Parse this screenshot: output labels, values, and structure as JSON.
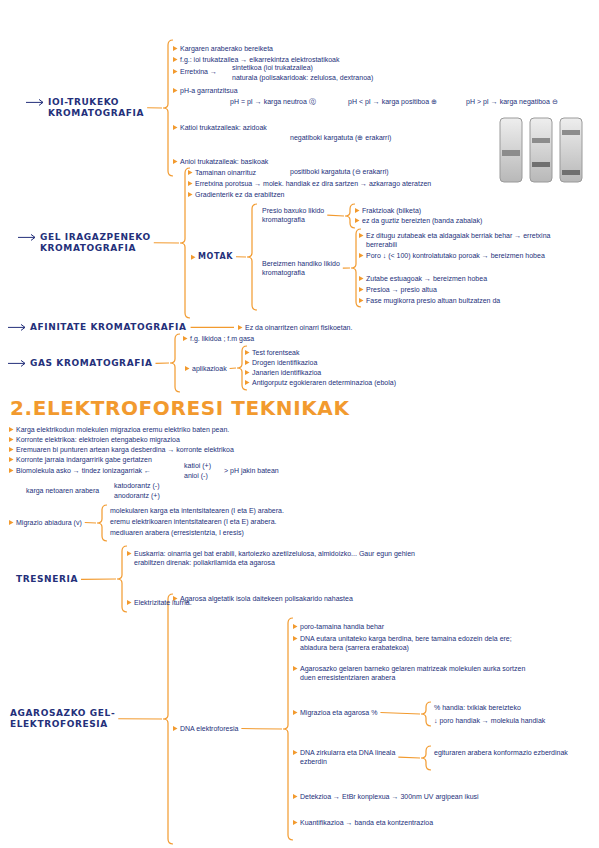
{
  "diagram": {
    "labels": [
      "IOI-TRUKEKO KROMATOGRAFIA",
      "Kargaren araberako bereiketa",
      "f.g.: ioi trukatzailea → elkarrekintza elektrostatikoak",
      "Erretxina →",
      "sintetikoa (ioi trukatzailea)",
      "naturala (polisakaridoak: zelulosa, dextranoa)",
      "pH-a garrantzitsua",
      "pH = pI → karga neutroa ⓪",
      "pH < pI → karga positiboa ⊕",
      "pH > pI → karga negatiboa ⊖",
      "Katioi trukatzaileak: azidoak",
      "negatiboki kargatuta (⊕ erakarri)",
      "Anioi trukatzaileak: basikoak",
      "positiboki kargatuta (⊖ erakarri)",
      "GEL IRAGAZPENEKO KROMATOGRAFIA",
      "Tamainan oinarrituz",
      "Erretxina porotsua → molek. handiak ez dira sartzen → azkarrago ateratzen",
      "Gradienterik ez da erabiltzen",
      "MOTAK",
      "Presio baxuko likido kromatografia",
      "Fraktzioak (bilketa)",
      "ez da guztiz bereizten (banda zabalak)",
      "Bereizmen handiko likido kromatografia",
      "Ez ditugu zutabeak eta aldagaiak berriak behar → erretxina berrerabili",
      "Poro ↓ (< 100) kontrolatutako poroak → bereizmen hobea",
      "Zutabe estuagoak → bereizmen hobea",
      "Presioa → presio altua",
      "Fase mugikorra presio altuan bultzatzen da",
      "AFINITATE KROMATOGRAFIA",
      "Ez da oinarritzen oinarri fisikoetan.",
      "GAS KROMATOGRAFIA",
      "f.g. likidoa ; f.m gasa",
      "aplikazioak",
      "Test forentseak",
      "Drogen identifikazioa",
      "Janarien identifikazioa",
      "Antigorputz egokieraren determinazioa (ebola)",
      "2.ELEKTROFORESI TEKNIKAK",
      "Karga elektrikodun molekulen migrazioa eremu elektriko baten pean.",
      "Korronte elektrikoa: elektroien etengabeko migrazioa",
      "Eremuaren bi punturen artean karga desberdina → korronte elektrikoa",
      "Korronte jarraia indargarririk gabe gertatzen",
      "Biomolekula asko → tindez ionizagarriak ←",
      "katioi (+)",
      "anioi (-)",
      "> pH jakin batean",
      "karga netoaren arabera",
      "katodorantz (-)",
      "anodorantz (+)",
      "Migrazio abiadura (v)",
      "molekularen karga eta intentsitatearen (I eta E) arabera.",
      "eremu elektrikoaren intentsitatearen (I eta E) arabera.",
      "mediuaren arabera (erresistentzia, I eresis)",
      "TRESNERIA",
      "Euskarria: oinarria gel bat erabili, kartoiezko azetilzelulosa, almidoizko... Gaur egun gehien erabiltzen direnak: poliakrilamida eta agarosa",
      "Elektrizitate iturria.",
      "AGAROSAZKO GEL-ELEKTROFORESIA",
      "Agarosa algetatik isola daitekeen polisakarido nahastea",
      "DNA elektroforesia",
      "poro-tamaina handia behar",
      "DNA eutara unitateko karga berdina, bere tamaina edozein dela ere; abiadura bera (sarrera erabatekoa)",
      "Agarosazko gelaren barneko gelaren matrizeak molekulen aurka sortzen duen erresistentziaren arabera",
      "Migrazioa eta agarosa %",
      "% handia: txikiak bereizteko",
      "↓ poro handiak → molekula handiak",
      "DNA zirkularra eta DNA lineala ezberdin",
      "egituraren arabera konformazio ezberdinak",
      "Detekzioa → EtBr konplexua → 300nm UV argipean ikusi",
      "Kuantifikazioa → banda eta kontzentrazioa"
    ]
  }
}
